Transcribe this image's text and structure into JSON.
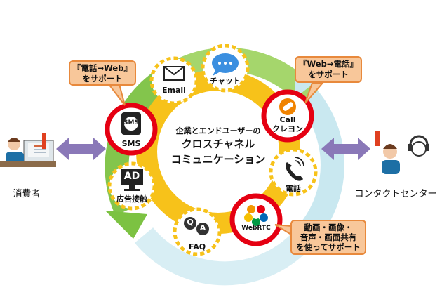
{
  "center": {
    "line1": "企業とエンドユーザーの",
    "line2": "クロスチャネル",
    "line3": "コミュニケーション"
  },
  "left_person": {
    "label": "消費者"
  },
  "right_person": {
    "label": "コンタクトセンター"
  },
  "callout_left": {
    "line1": "『電話→Web』",
    "line2": "をサポート"
  },
  "callout_right": {
    "line1": "『Web→電話』",
    "line2": "をサポート"
  },
  "callout_webrtc": {
    "line1": "動画・画像・",
    "line2": "音声・画面共有",
    "line3": "を使ってサポート"
  },
  "channels": {
    "email": {
      "label": "Email"
    },
    "chat": {
      "label": "チャット"
    },
    "sms": {
      "label": "SMS",
      "icon_text": "SMS"
    },
    "ad": {
      "label": "広告接触",
      "icon_text": "AD"
    },
    "faq": {
      "label": "FAQ",
      "q": "Q",
      "a": "A"
    },
    "webrtc": {
      "label": "WebRTC"
    },
    "phone": {
      "label": "電話"
    },
    "call": {
      "label1": "Call",
      "label2": "クレヨン"
    }
  },
  "colors": {
    "ring_yellow": "#f7c21a",
    "arrow_green": "#7cc242",
    "arrow_light": "#c9e8f0",
    "highlight_red": "#e50012",
    "exchange_arrow": "#8a78b8",
    "callout_fill": "#f8c79a",
    "callout_border": "#e8893c"
  }
}
